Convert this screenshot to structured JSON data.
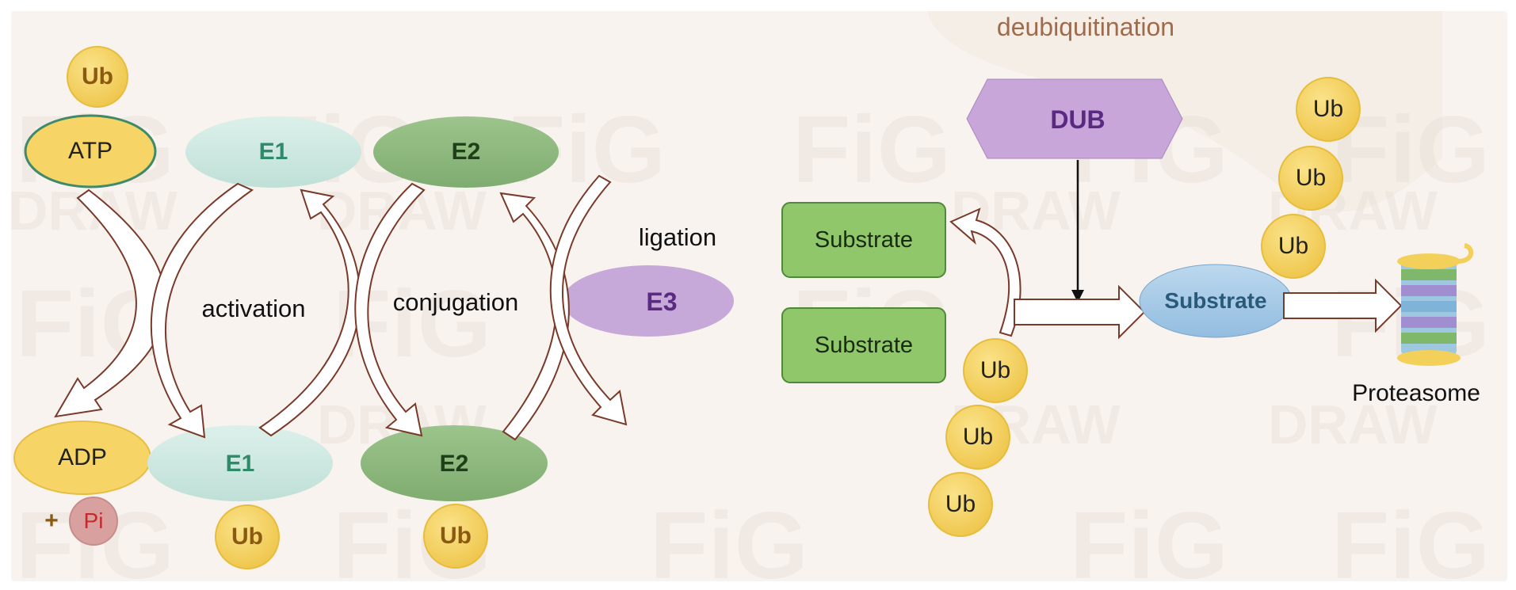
{
  "process_labels": {
    "deubiquitination": "deubiquitination",
    "activation": "activation",
    "conjugation": "conjugation",
    "ligation": "ligation",
    "proteasome": "Proteasome"
  },
  "molecules": {
    "ub": "Ub",
    "atp": "ATP",
    "adp": "ADP",
    "plus": "+",
    "pi": "Pi",
    "e1": "E1",
    "e2": "E2",
    "e3": "E3",
    "dub": "DUB",
    "substrate": "Substrate"
  },
  "watermark": [
    "FiG",
    "DRAW"
  ],
  "colors": {
    "background": "#f9f3ef",
    "ub_fill": "#f6d566",
    "atp_fill": "#f6d566",
    "atp_border": "#3e8a6a",
    "e1_fill": "#cfe9e2",
    "e2_fill": "#8fb880",
    "e3_fill": "#c6a9d8",
    "dub_fill": "#c9a6d9",
    "substrate_box_fill": "#8fc76a",
    "substrate_oval_fill": "#a9cbe6",
    "arrow_stroke": "#7a3a2a",
    "pi_fill": "#d9a0a0"
  }
}
